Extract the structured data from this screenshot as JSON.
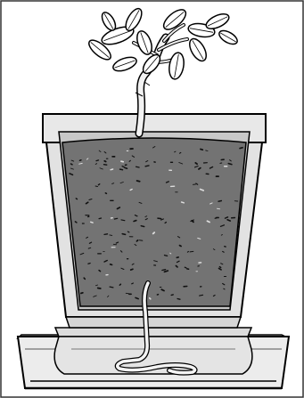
{
  "figure": {
    "subject": "wick-watering-pot",
    "parts": [
      "plant",
      "pot",
      "soil",
      "wick",
      "water-reservoir"
    ],
    "colors": {
      "outline": "#000000",
      "pot_face": "#e6e6e6",
      "pot_inner": "#bdbdbd",
      "soil": "#737373",
      "soil_flecks": "#111111",
      "water": "#e9e9e9",
      "wick": "#f2f2f2",
      "leaf": "#ffffff",
      "frame": "#333333"
    }
  }
}
